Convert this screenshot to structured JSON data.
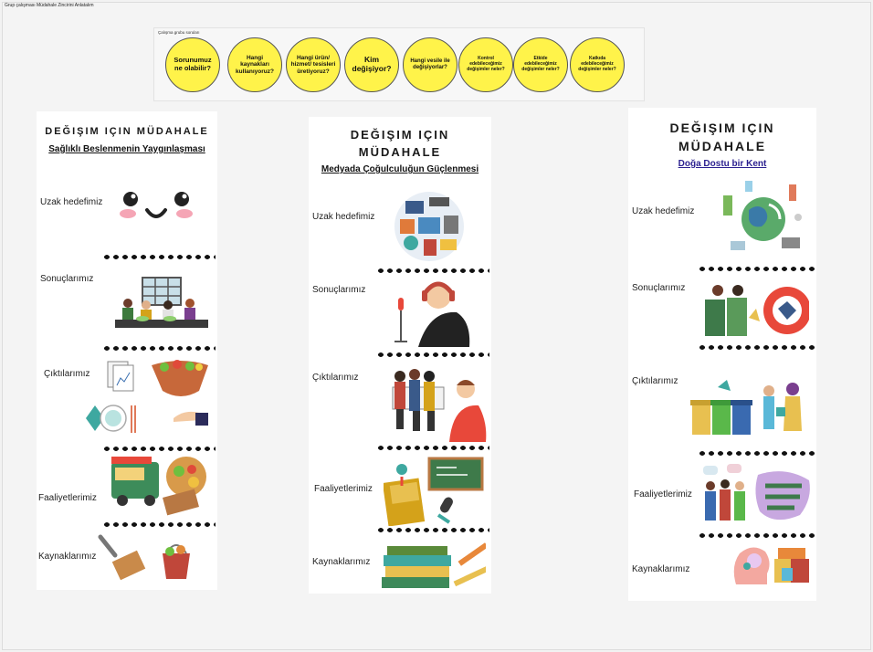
{
  "doc_title": "Grup çalışması Müdahale Zincirini Anlatalım",
  "questions": {
    "label": "Çalışma grubu soruları",
    "items": [
      "Sorunumuz ne olabilir?",
      "Hangi kaynakları kullanıyoruz?",
      "Hangi ürün/ hizmet/ tesisleri üretiyoruz?",
      "Kim değişiyor?",
      "Hangi vesile ile değişiyorlar?",
      "Kontrol edebileceğimiz değişimler neler?",
      "Etkide edebileceğimiz değişimler neler?",
      "Katkıda edebileceğimiz değişimler neler?"
    ]
  },
  "cards": [
    {
      "title": "DEĞIŞIM IÇIN MÜDAHALE",
      "subtitle": "Sağlıklı  Beslenmenin Yaygınlaşması",
      "rows": [
        "Uzak hedefimiz",
        "Sonuçlarımız",
        "Çıktılarımız",
        "Faaliyetlerimiz",
        "Kaynaklarımız"
      ]
    },
    {
      "title_line1": "DEĞIŞIM IÇIN",
      "title_line2": "MÜDAHALE",
      "subtitle": "Medyada Çoğulculuğun Güçlenmesi",
      "rows": [
        "Uzak hedefimiz",
        "Sonuçlarımız",
        "Çıktılarımız",
        "Faaliyetlerimiz",
        "Kaynaklarımız"
      ]
    },
    {
      "title_line1": "DEĞIŞIM IÇIN",
      "title_line2": "MÜDAHALE",
      "subtitle": "Doğa Dostu bir Kent",
      "rows": [
        "Uzak hedefimiz",
        "Sonuçlarımız",
        "Çıktılarımız",
        "Faaliyetlerimiz",
        "Kaynaklarımız"
      ]
    }
  ]
}
